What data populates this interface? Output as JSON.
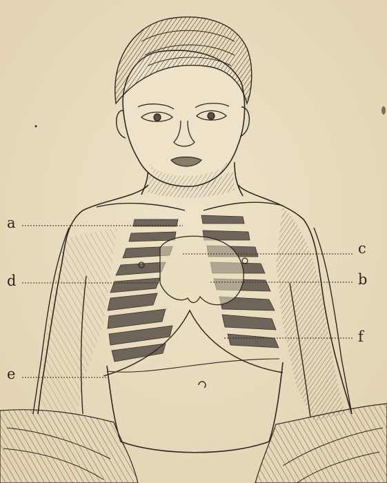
{
  "figure": {
    "labels": {
      "a": "a",
      "b": "b",
      "c": "c",
      "d": "d",
      "e": "e",
      "f": "f"
    }
  },
  "colors": {
    "paper": "#e9dcc0",
    "ink": "#2b2620",
    "rib_fill": "#6e655a"
  }
}
